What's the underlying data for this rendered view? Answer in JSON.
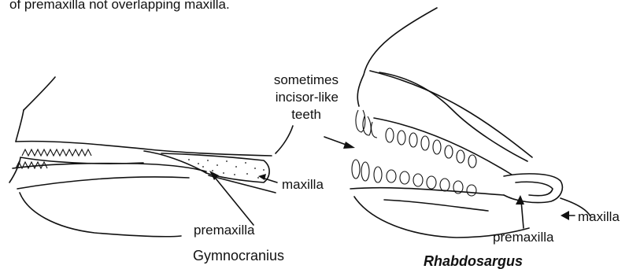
{
  "header": {
    "text": "of premaxilla not overlapping maxilla."
  },
  "left_figure": {
    "labels": {
      "premaxilla": "premaxilla",
      "maxilla": "maxilla"
    },
    "caption": "Gymnocranius"
  },
  "right_figure": {
    "labels": {
      "teeth_line1": "sometimes",
      "teeth_line2": "incisor-like",
      "teeth_line3": "teeth",
      "maxilla": "maxilla",
      "premaxilla": "premaxilla"
    },
    "caption": "Rhabdosargus"
  }
}
